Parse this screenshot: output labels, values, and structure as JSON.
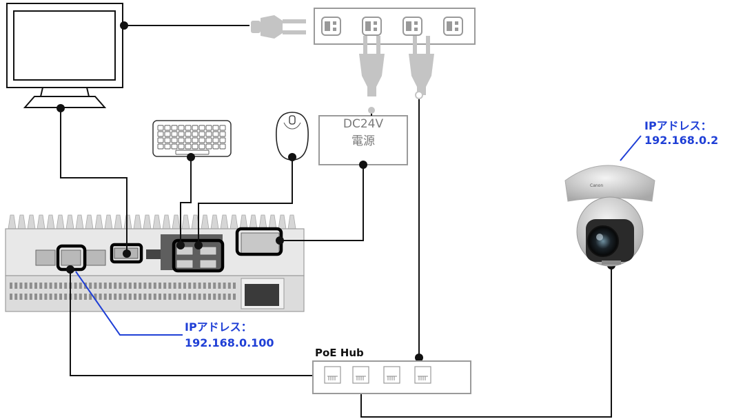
{
  "colors": {
    "ip_label": "#1f3fd6",
    "cable": "#111111",
    "device_gray": "#bdbdbd",
    "plug_gray": "#c4c4c4"
  },
  "power_supply": {
    "line1": "DC24V",
    "line2": "電源"
  },
  "poe_hub": {
    "label": "PoE Hub"
  },
  "pc_ip": {
    "line1": "IPアドレス：",
    "line2": "192.168.0.100"
  },
  "camera_ip": {
    "line1": "IPアドレス：",
    "line2": "192.168.0.2"
  },
  "camera_brand": "Canon"
}
